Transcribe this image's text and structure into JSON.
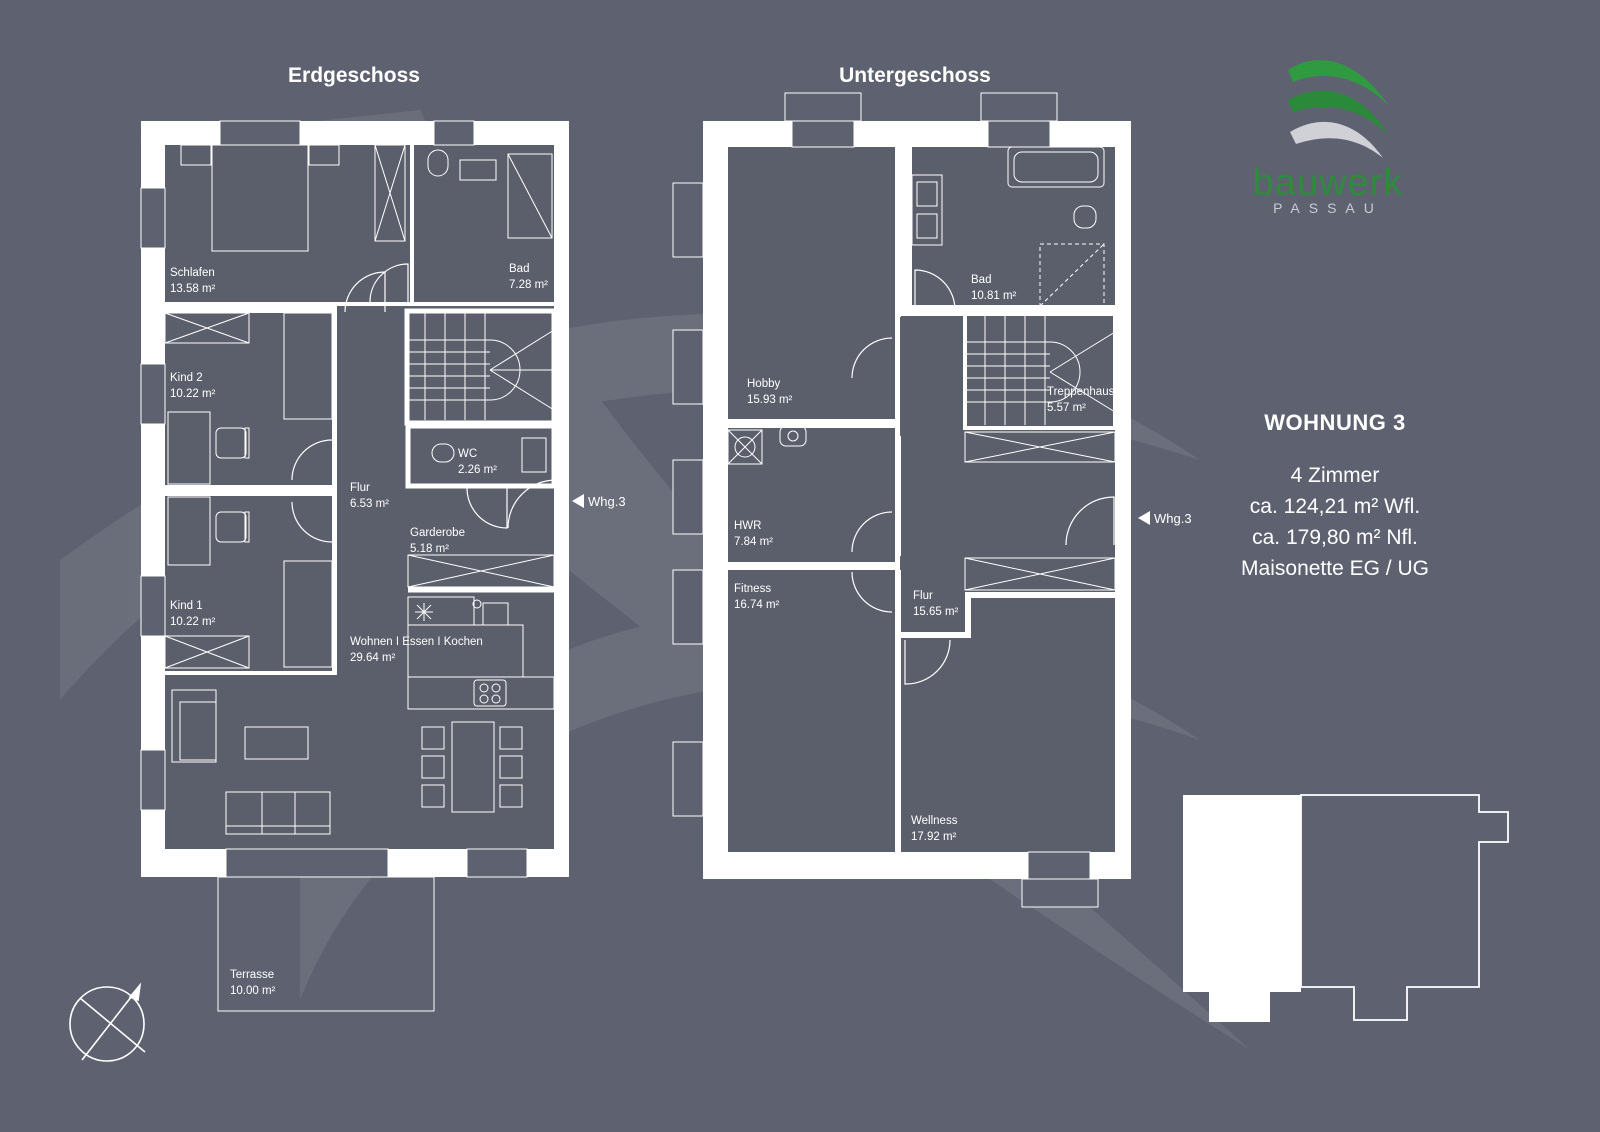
{
  "floors": {
    "eg": {
      "title": "Erdgeschoss",
      "rooms": [
        {
          "name": "Schlafen",
          "area": "13.58 m²"
        },
        {
          "name": "Bad",
          "area": "7.28 m²"
        },
        {
          "name": "Kind 2",
          "area": "10.22 m²"
        },
        {
          "name": "WC",
          "area": "2.26 m²"
        },
        {
          "name": "Flur",
          "area": "6.53 m²"
        },
        {
          "name": "Garderobe",
          "area": "5.18 m²"
        },
        {
          "name": "Kind 1",
          "area": "10.22 m²"
        },
        {
          "name": "Wohnen I Essen I Kochen",
          "area": "29.64 m²"
        },
        {
          "name": "Terrasse",
          "area": "10.00 m²"
        }
      ],
      "entrance": "Whg.3"
    },
    "ug": {
      "title": "Untergeschoss",
      "rooms": [
        {
          "name": "Bad",
          "area": "10.81 m²"
        },
        {
          "name": "Hobby",
          "area": "15.93 m²"
        },
        {
          "name": "Treppenhaus",
          "area": "5.57 m²"
        },
        {
          "name": "HWR",
          "area": "7.84 m²"
        },
        {
          "name": "Fitness",
          "area": "16.74 m²"
        },
        {
          "name": "Flur",
          "area": "15.65 m²"
        },
        {
          "name": "Wellness",
          "area": "17.92 m²"
        }
      ],
      "entrance": "Whg.3"
    }
  },
  "unit": {
    "title": "WOHNUNG 3",
    "lines": [
      "4 Zimmer",
      "ca. 124,21 m² Wfl.",
      "ca. 179,80 m² Nfl.",
      "Maisonette EG / UG"
    ]
  },
  "logo": {
    "word": "bauwerk",
    "sub": "PASSAU"
  },
  "colors": {
    "background": "#5e6270",
    "wall": "#ffffff",
    "room_fill": "#5b5f6b",
    "brand_green": "#2e8b3d"
  }
}
